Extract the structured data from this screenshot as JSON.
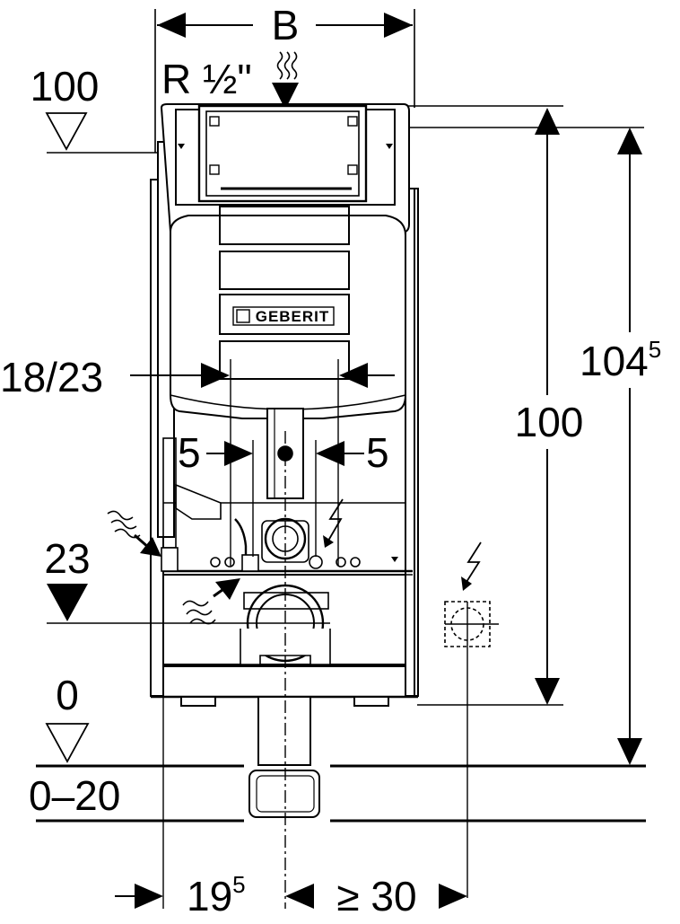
{
  "dimensions": {
    "frame_width_label": "B",
    "supply_thread_label": "R ½\"",
    "top_level_label": "100",
    "bracket_width_label": "18/23",
    "offset_left_label": "5",
    "offset_right_label": "5",
    "cistern_height_label": "100",
    "total_height_main": "104",
    "total_height_sup": "5",
    "drain_height_label": "23",
    "floor_level_label": "0",
    "floor_range_label": "0–20",
    "center_offset_main": "19",
    "center_offset_sup": "5",
    "min_distance_label": "≥ 30"
  },
  "brand": {
    "logo_text": "GEBERIT"
  },
  "icons": {
    "water_supply": "water-wave-icon",
    "electric": "lightning-icon",
    "level_marker": "level-triangle-icon"
  }
}
